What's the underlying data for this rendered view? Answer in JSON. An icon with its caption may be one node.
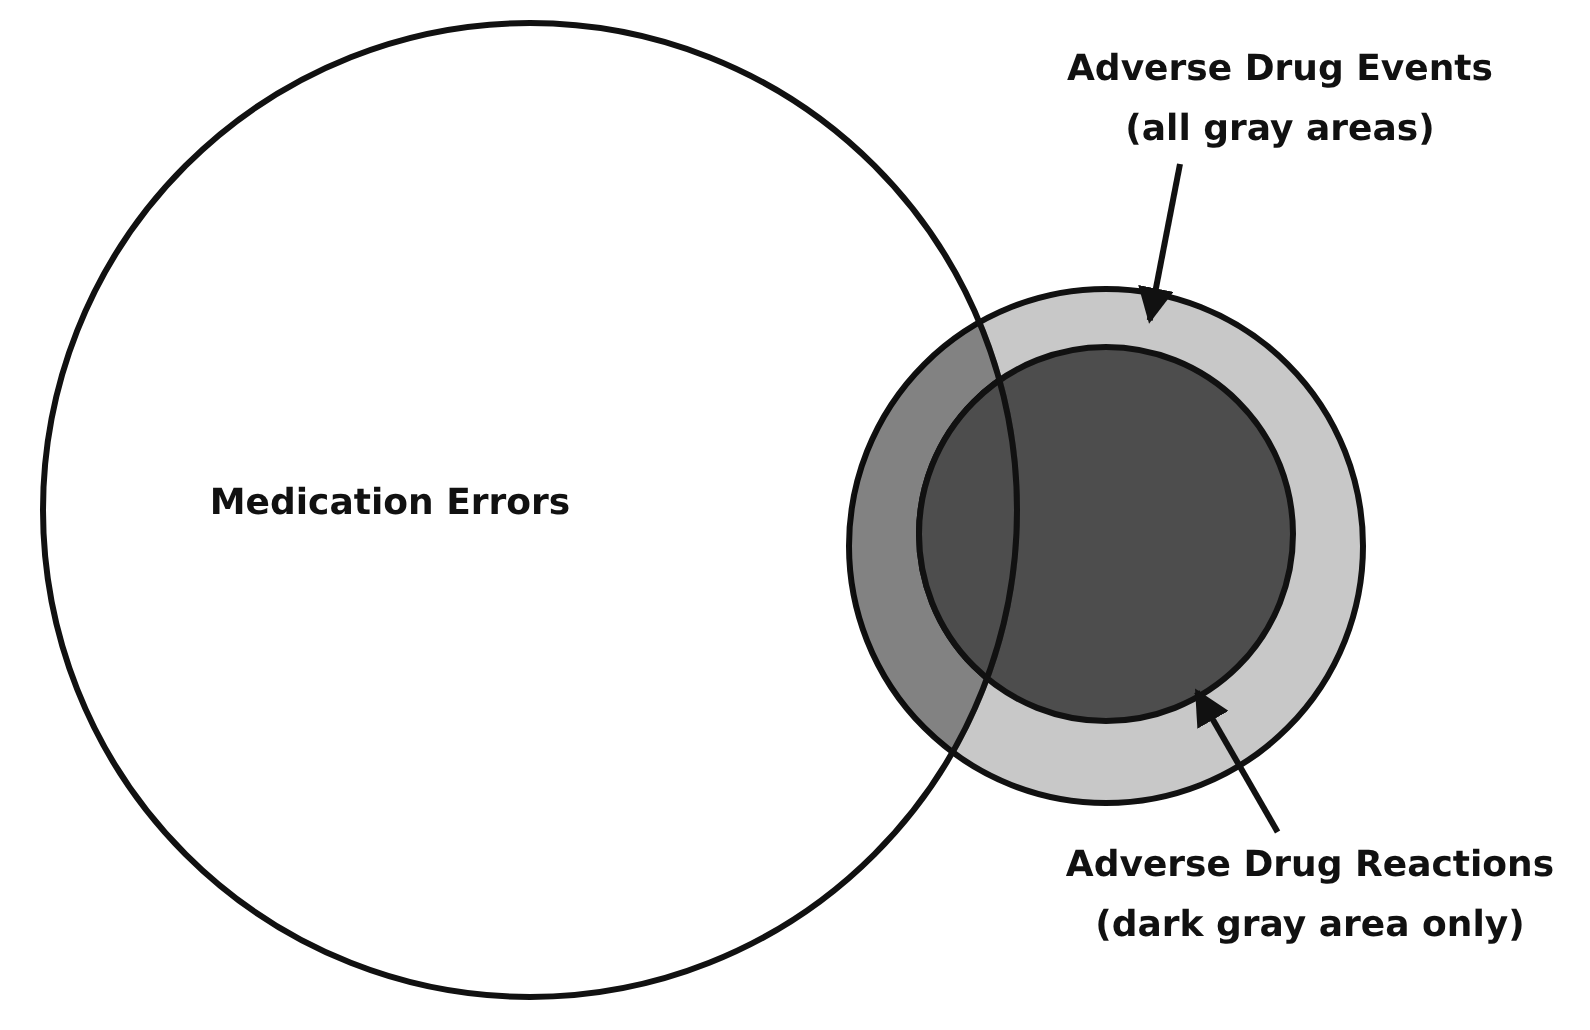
{
  "diagram": {
    "nodes": [
      {
        "text": [
          "Medication Errors"
        ]
      },
      {
        "text": [
          "Adverse Drug Events (all gray areas)"
        ]
      },
      {
        "text": [],
        "shape": "circle"
      },
      {
        "text": [],
        "shape": "circle",
        "in": 2
      },
      {
        "text": [
          "Adverse Drug Reactions (dark gray area only)"
        ]
      }
    ],
    "edges": [
      {
        "from": 1,
        "to": 2,
        "arrow": "to"
      },
      {
        "from": 4,
        "to": 3,
        "arrow": "to"
      }
    ]
  }
}
